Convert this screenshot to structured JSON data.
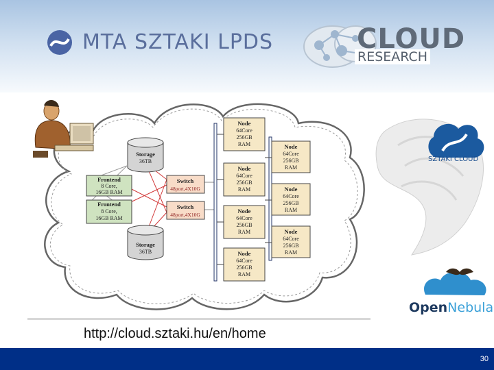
{
  "header": {
    "org_logo_text": "MTA SZTAKI LPDS",
    "cloud_research_top": "CLOUD",
    "cloud_research_bottom": "RESEARCH"
  },
  "diagram": {
    "storage_top": {
      "title": "Storage",
      "detail": "36TB"
    },
    "storage_bottom": {
      "title": "Storage",
      "detail": "36TB"
    },
    "frontends": [
      {
        "title": "Frontend",
        "line1": "8 Core,",
        "line2": "16GB RAM"
      },
      {
        "title": "Frontend",
        "line1": "8 Core,",
        "line2": "16GB RAM"
      }
    ],
    "switches": [
      {
        "title": "Switch",
        "detail": "48port,4X10G"
      },
      {
        "title": "Switch",
        "detail": "48port,4X10G"
      }
    ],
    "nodes_left": [
      {
        "title": "Node",
        "cores": "64Core",
        "mem": "256GB",
        "ram": "RAM"
      },
      {
        "title": "Node",
        "cores": "64Core",
        "mem": "256GB",
        "ram": "RAM"
      },
      {
        "title": "Node",
        "cores": "64Core",
        "mem": "256GB",
        "ram": "RAM"
      },
      {
        "title": "Node",
        "cores": "64Core",
        "mem": "256GB",
        "ram": "RAM"
      }
    ],
    "nodes_right": [
      {
        "title": "Node",
        "cores": "64Core",
        "mem": "256GB",
        "ram": "RAM"
      },
      {
        "title": "Node",
        "cores": "64Core",
        "mem": "256GB",
        "ram": "RAM"
      },
      {
        "title": "Node",
        "cores": "64Core",
        "mem": "256GB",
        "ram": "RAM"
      }
    ]
  },
  "url": "http://cloud.sztaki.hu/en/home",
  "side_logos": {
    "sztaki_cloud": "SZTAKI CLOUD",
    "opennebula_open": "Open",
    "opennebula_nebula": "Nebula"
  },
  "footer": {
    "page_number": "30"
  },
  "colors": {
    "footer_bg": "#002f87",
    "node_fill": "#f6e8c6",
    "frontend_fill": "#cfe3c0",
    "switch_fill": "#f8dcc8"
  }
}
